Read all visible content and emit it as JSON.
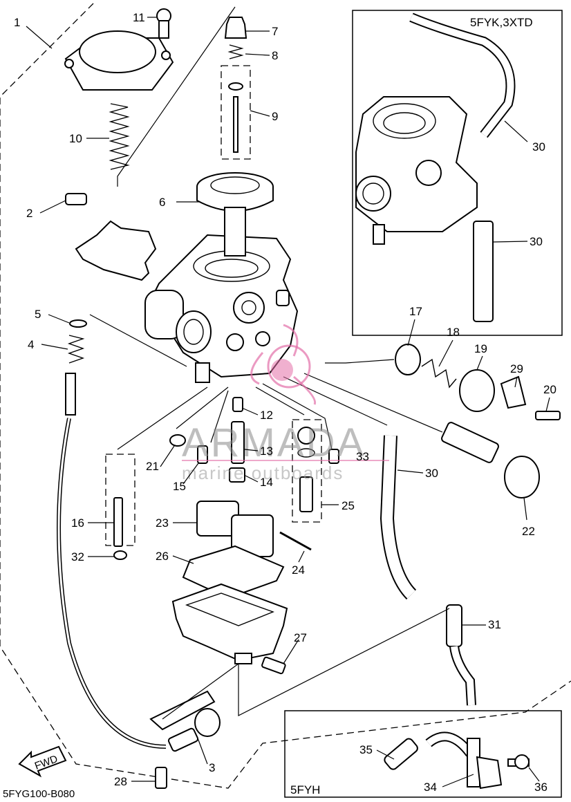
{
  "diagram_code": "5FYG100-B080",
  "fwd_label": "FWD",
  "watermark": {
    "brand": "ARMADA",
    "tagline": "marine outboards"
  },
  "variant_boxes": {
    "top_right": "5FYK,3XTD",
    "bottom_right": "5FYH"
  },
  "callouts": [
    "1",
    "2",
    "3",
    "4",
    "5",
    "6",
    "7",
    "8",
    "9",
    "10",
    "11",
    "12",
    "13",
    "14",
    "15",
    "16",
    "17",
    "18",
    "19",
    "20",
    "21",
    "22",
    "23",
    "24",
    "25",
    "26",
    "27",
    "28",
    "29",
    "30",
    "30",
    "30",
    "31",
    "32",
    "33",
    "34",
    "35",
    "36"
  ],
  "colors": {
    "line": "#000000",
    "watermark_pink": "#e36fa8",
    "watermark_text": "#8a8a8a"
  }
}
